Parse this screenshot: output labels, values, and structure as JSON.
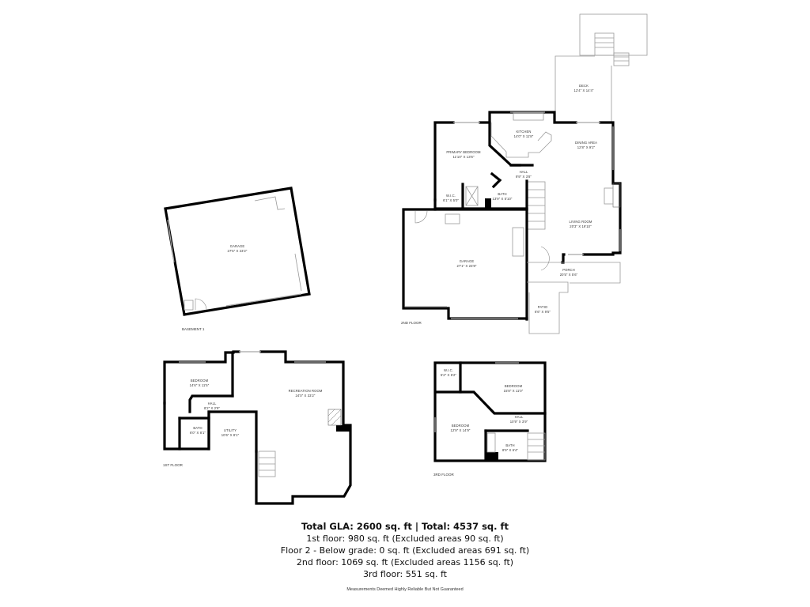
{
  "floors": {
    "basement1": {
      "label": "BASEMENT 1",
      "rooms": [
        {
          "name": "GARAGE",
          "dims": "27'5\" X 23'2\""
        }
      ]
    },
    "second": {
      "label": "2ND FLOOR",
      "rooms": [
        {
          "name": "DECK",
          "dims": "12'4\" X 14'4\""
        },
        {
          "name": "KITCHEN",
          "dims": "14'0\" X 11'8\""
        },
        {
          "name": "DINING AREA",
          "dims": "12'8\" X 9'2\""
        },
        {
          "name": "PRIMARY BEDROOM",
          "dims": "11'10\" X 13'6\""
        },
        {
          "name": "HALL",
          "dims": "9'9\" X 3'8\""
        },
        {
          "name": "W.I.C.",
          "dims": "6'1\" X 5'0\""
        },
        {
          "name": "BATH",
          "dims": "13'9\" X 5'10\""
        },
        {
          "name": "LIVING ROOM",
          "dims": "20'3\" X 19'10\""
        },
        {
          "name": "GARAGE",
          "dims": "27'1\" X 23'8\""
        },
        {
          "name": "PORCH",
          "dims": "20'5\" X 5'6\""
        },
        {
          "name": "PATIO",
          "dims": "6'6\" X 9'5\""
        }
      ]
    },
    "first": {
      "label": "1ST FLOOR",
      "rooms": [
        {
          "name": "BEDROOM",
          "dims": "14'6\" X 11'5\""
        },
        {
          "name": "HALL",
          "dims": "8'2\" X 2'9\""
        },
        {
          "name": "BATH",
          "dims": "6'0\" X 8'1\""
        },
        {
          "name": "UTILITY",
          "dims": "10'6\" X 8'1\""
        },
        {
          "name": "RECREATION ROOM",
          "dims": "24'0\" X 33'2\""
        }
      ]
    },
    "third": {
      "label": "3RD FLOOR",
      "rooms": [
        {
          "name": "W.I.C.",
          "dims": "5'2\" X 6'2\""
        },
        {
          "name": "BEDROOM",
          "dims": "15'8\" X 11'0\""
        },
        {
          "name": "HALL",
          "dims": "10'9\" X 3'9\""
        },
        {
          "name": "BEDROOM",
          "dims": "12'9\" X 14'9\""
        },
        {
          "name": "BATH",
          "dims": "8'9\" X 6'4\""
        }
      ]
    }
  },
  "summary": {
    "total": "Total GLA: 2600 sq. ft | Total: 4537 sq. ft",
    "lines": [
      "1st floor: 980 sq. ft (Excluded areas 90 sq. ft)",
      "Floor 2 - Below grade: 0 sq. ft (Excluded areas 691 sq. ft)",
      "2nd floor: 1069 sq. ft (Excluded areas 1156 sq. ft)",
      "3rd floor: 551 sq. ft"
    ],
    "disclaimer": "Measurements Deemed Highly Reliable But Not Guaranteed"
  },
  "colors": {
    "wall": "#000000",
    "thin_line": "#9a9a9a",
    "background": "#ffffff"
  }
}
